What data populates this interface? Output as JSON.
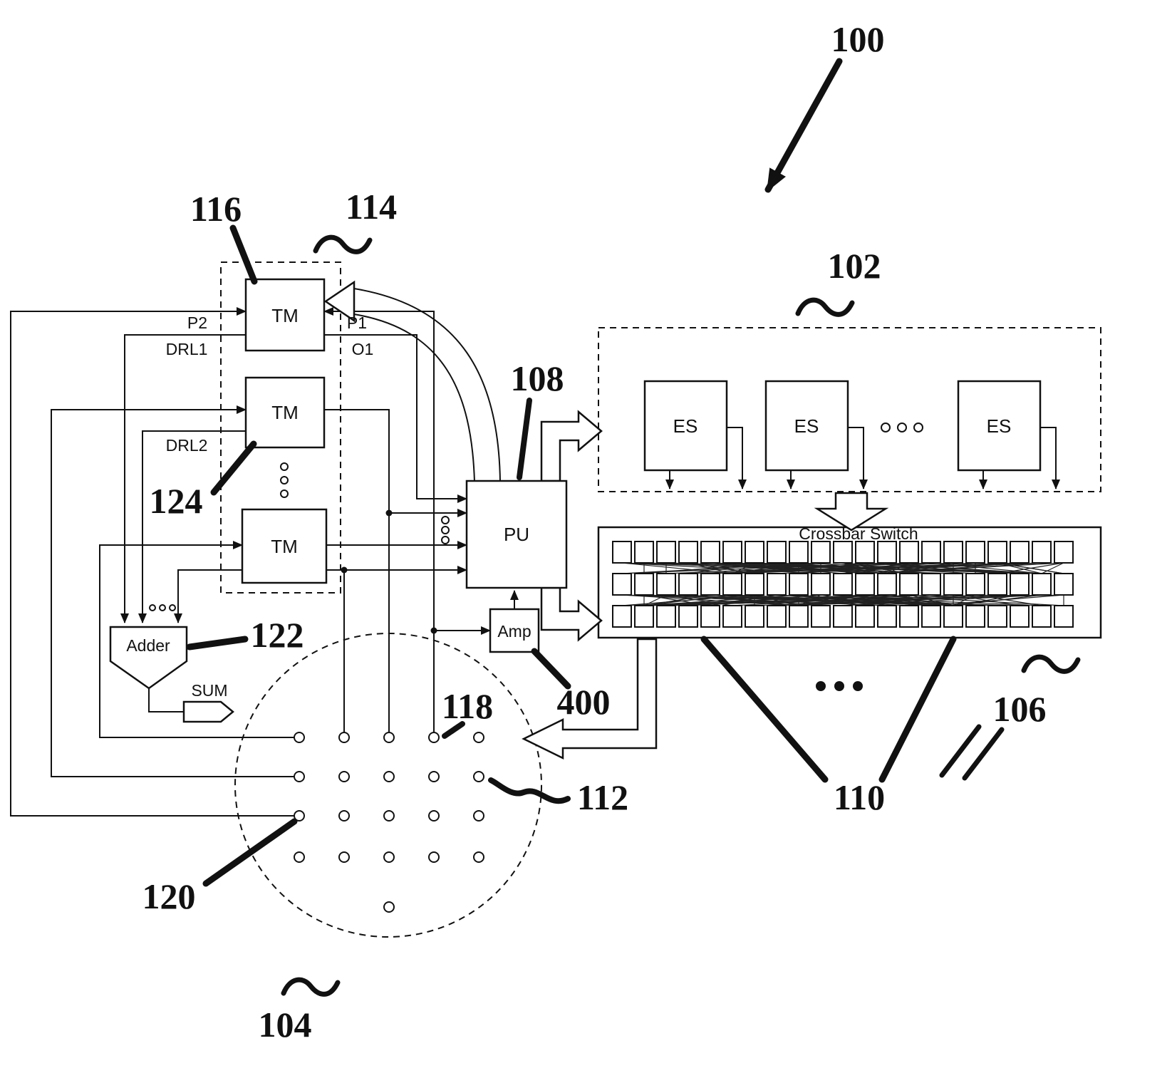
{
  "refs": {
    "r100": "100",
    "r102": "102",
    "r104": "104",
    "r106": "106",
    "r108": "108",
    "r110": "110",
    "r112": "112",
    "r114": "114",
    "r116": "116",
    "r118": "118",
    "r120": "120",
    "r122": "122",
    "r124": "124",
    "r400": "400"
  },
  "blocks": {
    "tm1": "TM",
    "tm2": "TM",
    "tm3": "TM",
    "pu": "PU",
    "amp": "Amp",
    "adder": "Adder",
    "sum": "SUM",
    "es1": "ES",
    "es2": "ES",
    "es3": "ES",
    "crossbar": "Crossbar Switch"
  },
  "signals": {
    "p2": "P2",
    "p1": "P1",
    "drl1": "DRL1",
    "o1": "O1",
    "drl2": "DRL2"
  },
  "colors": {
    "ink": "#111111",
    "background": "#ffffff"
  }
}
